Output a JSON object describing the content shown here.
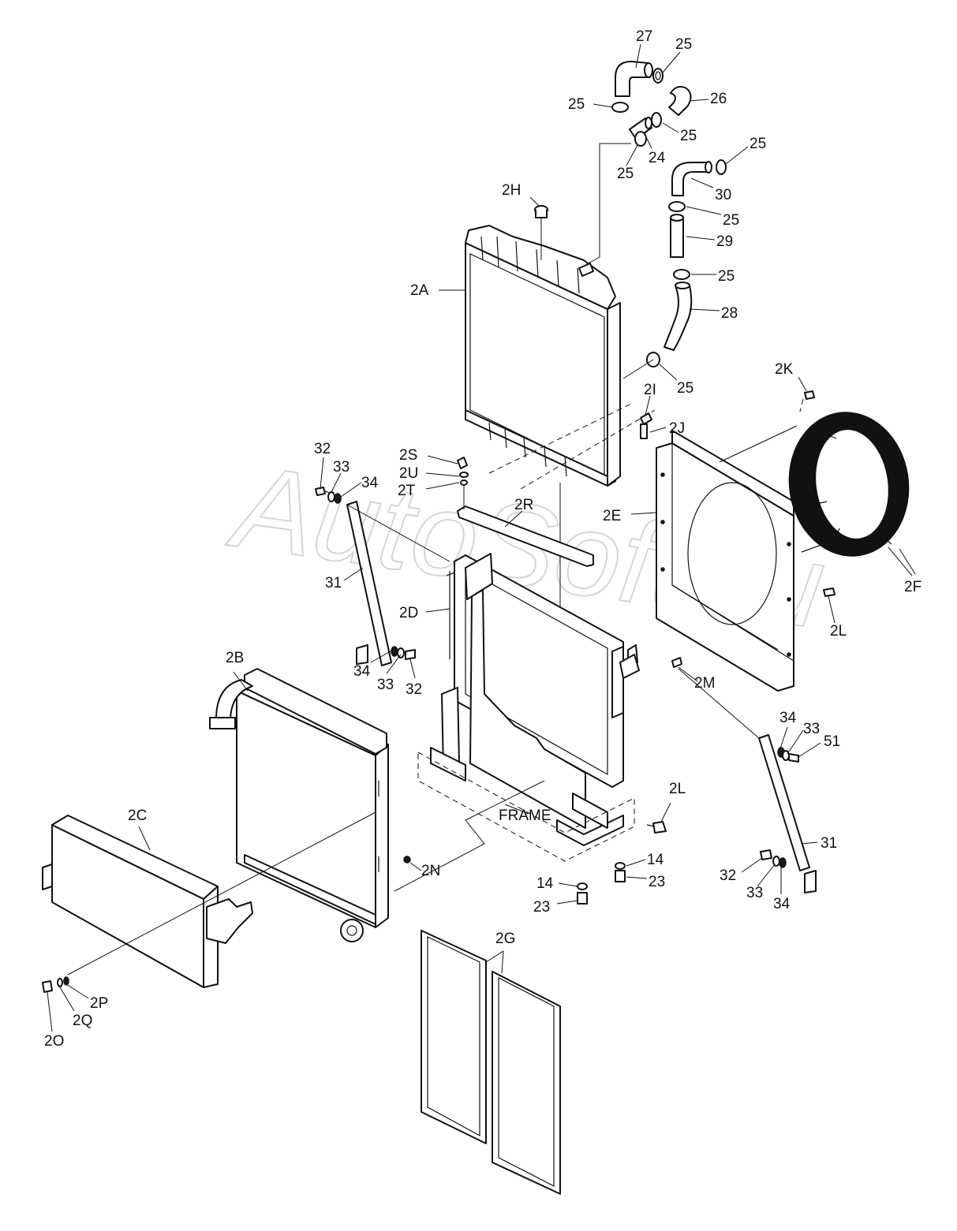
{
  "watermark": "AutoSoft.ru",
  "frame_label": "FRAME",
  "callouts": {
    "c27": "27",
    "c25a": "25",
    "c26": "26",
    "c25b": "25",
    "c25c": "25",
    "c24": "24",
    "c25d": "25",
    "c25e": "25",
    "c30": "30",
    "c25f": "25",
    "c29": "29",
    "c25g": "25",
    "c28": "28",
    "c25h": "25",
    "c2H": "2H",
    "c2A": "2A",
    "c2K": "2K",
    "c2I": "2I",
    "c2J": "2J",
    "c2S": "2S",
    "c2U": "2U",
    "c2T": "2T",
    "c2R": "2R",
    "c2E": "2E",
    "c2F": "2F",
    "c32a": "32",
    "c33a": "33",
    "c34a": "34",
    "c31a": "31",
    "c2D": "2D",
    "c34b": "34",
    "c33b": "33",
    "c32b": "32",
    "c2B": "2B",
    "c2M": "2M",
    "c2L_a": "2L",
    "c34c": "34",
    "c33c": "33",
    "c51": "51",
    "c31b": "31",
    "c2L_b": "2L",
    "c2C": "2C",
    "c2N": "2N",
    "c14a": "14",
    "c23a": "23",
    "c14b": "14",
    "c23b": "23",
    "c32c": "32",
    "c33d": "33",
    "c34d": "34",
    "c2G": "2G",
    "c2P": "2P",
    "c2Q": "2Q",
    "c2O": "2O"
  },
  "colors": {
    "line": "#111111",
    "watermark": "#c8c8c8",
    "background": "#ffffff"
  }
}
